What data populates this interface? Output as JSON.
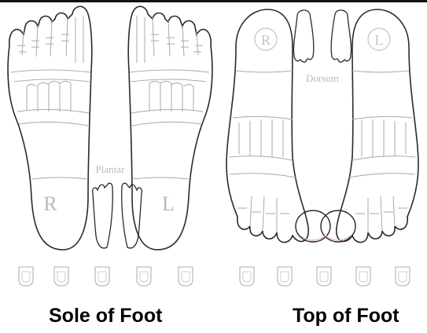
{
  "panels": {
    "sole": {
      "caption": "Sole of Foot",
      "center_label": "Plantar",
      "right_foot_letter": "R",
      "left_foot_letter": "L"
    },
    "top": {
      "caption": "Top of Foot",
      "center_label": "Dorsum",
      "right_foot_letter": "R",
      "left_foot_letter": "L"
    }
  },
  "colors": {
    "outline": "#2a2a2a",
    "zone_lines": "#a8a8a8",
    "label_gray": "#b9b9b9",
    "toenail_highlight": "#e6b3b8",
    "background": "#ffffff"
  }
}
